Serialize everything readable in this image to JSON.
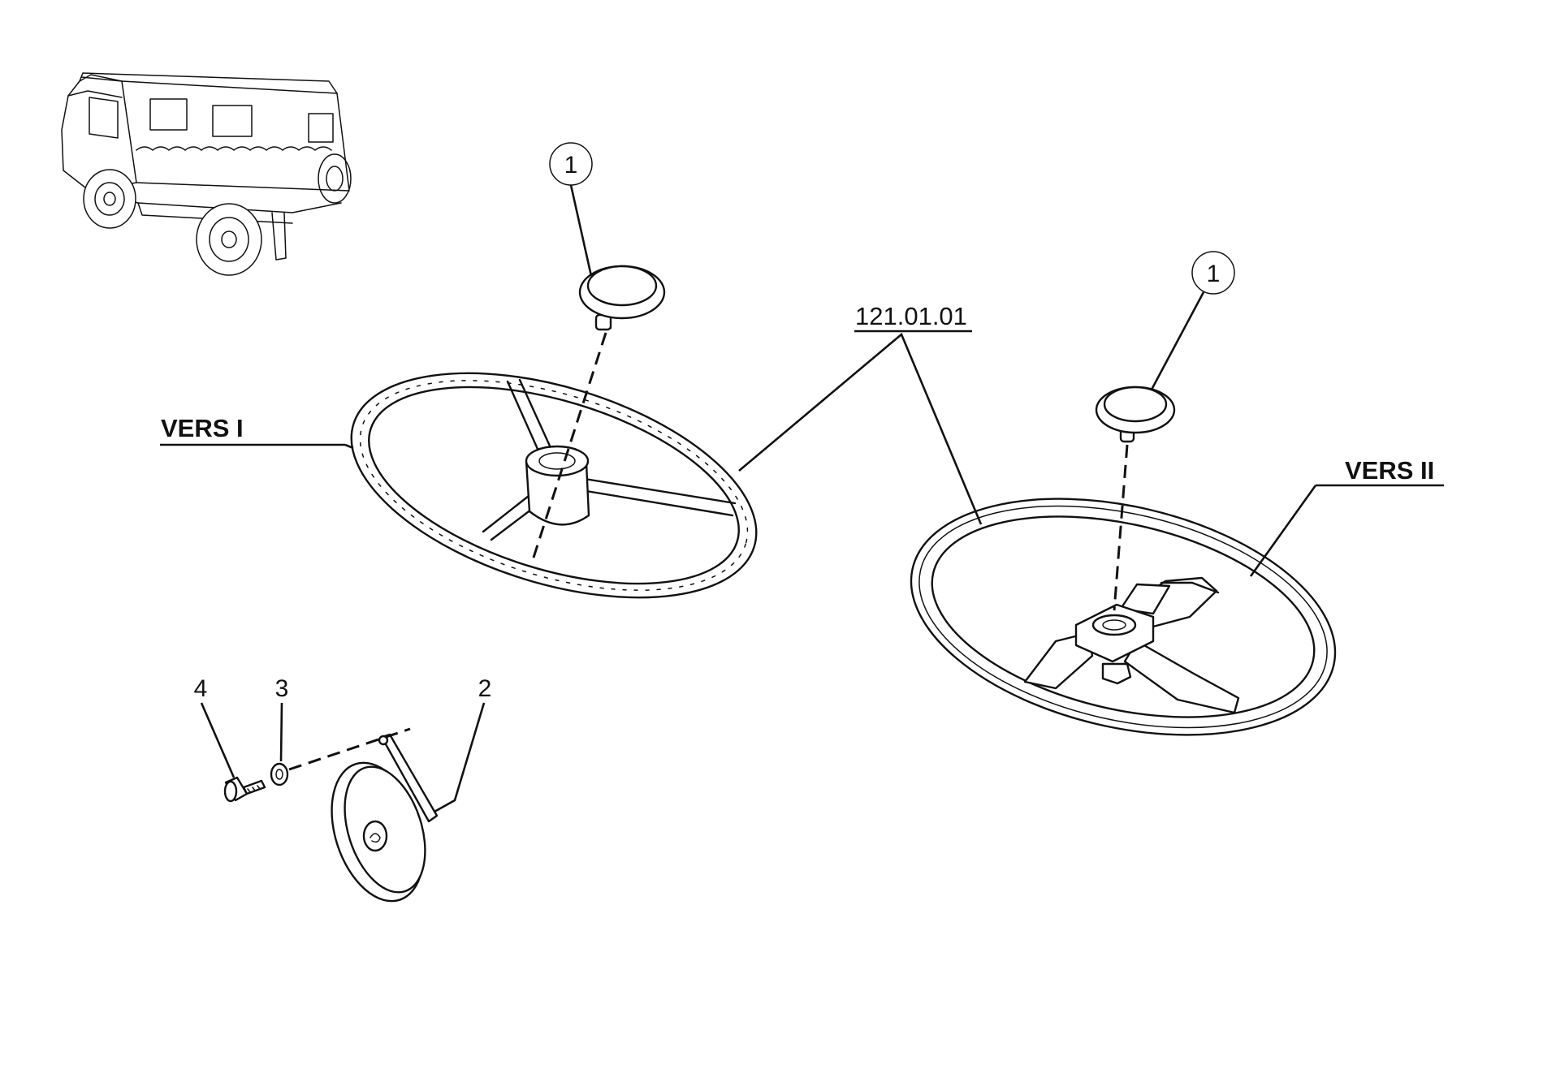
{
  "labels": {
    "version_1": "VERS I",
    "version_2": "VERS II",
    "assembly_ref": "121.01.01"
  },
  "callouts": {
    "cap_version_1": "1",
    "cap_version_2": "1",
    "horn": "2",
    "washer": "3",
    "bolt": "4"
  },
  "colors": {
    "ink": "#111111",
    "paper": "#ffffff"
  }
}
